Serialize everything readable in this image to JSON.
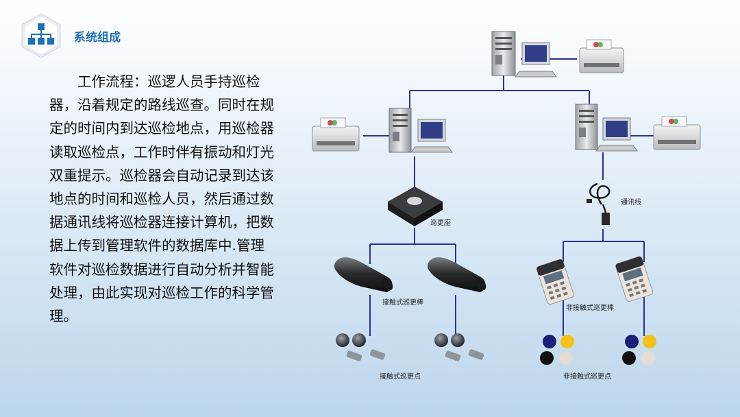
{
  "header": {
    "section_title": "系统组成",
    "icon": "org-chart-icon",
    "accent": "#1f6fb8"
  },
  "description": "工作流程：巡逻人员手持巡检器，沿着规定的路线巡查。同时在规定的时间内到达巡检地点，用巡检器读取巡检点，工作时伴有振动和灯光双重提示。巡检器会自动记录到达该地点的时间和巡检人员，然后通过数据通讯线将巡检器连接计算机，把数据上传到管理软件的数据库中.管理软件对巡检数据进行自动分析并智能处理，由此实现对巡检工作的科学管理。",
  "diagram": {
    "line_color": "#2b2f9e",
    "labels": {
      "base_station": "巡更座",
      "comm_cable": "通讯线",
      "contact_reader": "接触式巡更棒",
      "noncontact_reader": "非接触式巡更棒",
      "contact_points": "接触式巡更点",
      "noncontact_points": "非接触式巡更点"
    }
  }
}
